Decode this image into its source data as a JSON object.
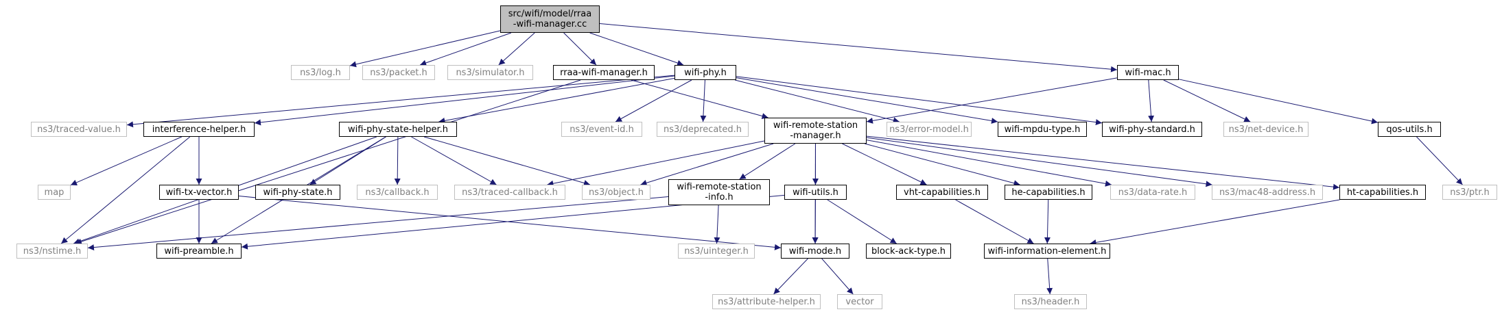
{
  "colors": {
    "edge": "#191970",
    "root_fill": "#bfbfbf",
    "external_border": "#bfbfbf",
    "external_text": "#808080"
  },
  "nodes": {
    "rraa_cc": {
      "line1": "src/wifi/model/rraa",
      "line2": "-wifi-manager.cc"
    },
    "log": {
      "label": "ns3/log.h"
    },
    "packet": {
      "label": "ns3/packet.h"
    },
    "simulator": {
      "label": "ns3/simulator.h"
    },
    "rraa_h": {
      "label": "rraa-wifi-manager.h"
    },
    "wifi_phy": {
      "label": "wifi-phy.h"
    },
    "wifi_mac": {
      "label": "wifi-mac.h"
    },
    "traced_value": {
      "label": "ns3/traced-value.h"
    },
    "interference": {
      "label": "interference-helper.h"
    },
    "phy_state_helper": {
      "label": "wifi-phy-state-helper.h"
    },
    "event_id": {
      "label": "ns3/event-id.h"
    },
    "deprecated": {
      "label": "ns3/deprecated.h"
    },
    "rsm": {
      "line1": "wifi-remote-station",
      "line2": "-manager.h"
    },
    "error_model": {
      "label": "ns3/error-model.h"
    },
    "mpdu_type": {
      "label": "wifi-mpdu-type.h"
    },
    "phy_standard": {
      "label": "wifi-phy-standard.h"
    },
    "net_device": {
      "label": "ns3/net-device.h"
    },
    "qos_utils": {
      "label": "qos-utils.h"
    },
    "map": {
      "label": "map"
    },
    "tx_vector": {
      "label": "wifi-tx-vector.h"
    },
    "phy_state": {
      "label": "wifi-phy-state.h"
    },
    "callback": {
      "label": "ns3/callback.h"
    },
    "traced_callback": {
      "label": "ns3/traced-callback.h"
    },
    "object": {
      "label": "ns3/object.h"
    },
    "rsi": {
      "line1": "wifi-remote-station",
      "line2": "-info.h"
    },
    "wifi_utils": {
      "label": "wifi-utils.h"
    },
    "vht": {
      "label": "vht-capabilities.h"
    },
    "he": {
      "label": "he-capabilities.h"
    },
    "data_rate": {
      "label": "ns3/data-rate.h"
    },
    "mac48": {
      "label": "ns3/mac48-address.h"
    },
    "ht": {
      "label": "ht-capabilities.h"
    },
    "ptr": {
      "label": "ns3/ptr.h"
    },
    "nstime": {
      "label": "ns3/nstime.h"
    },
    "preamble": {
      "label": "wifi-preamble.h"
    },
    "uinteger": {
      "label": "ns3/uinteger.h"
    },
    "wifi_mode": {
      "label": "wifi-mode.h"
    },
    "block_ack": {
      "label": "block-ack-type.h"
    },
    "wie": {
      "label": "wifi-information-element.h"
    },
    "attribute_helper": {
      "label": "ns3/attribute-helper.h"
    },
    "vector": {
      "label": "vector"
    },
    "header": {
      "label": "ns3/header.h"
    }
  }
}
